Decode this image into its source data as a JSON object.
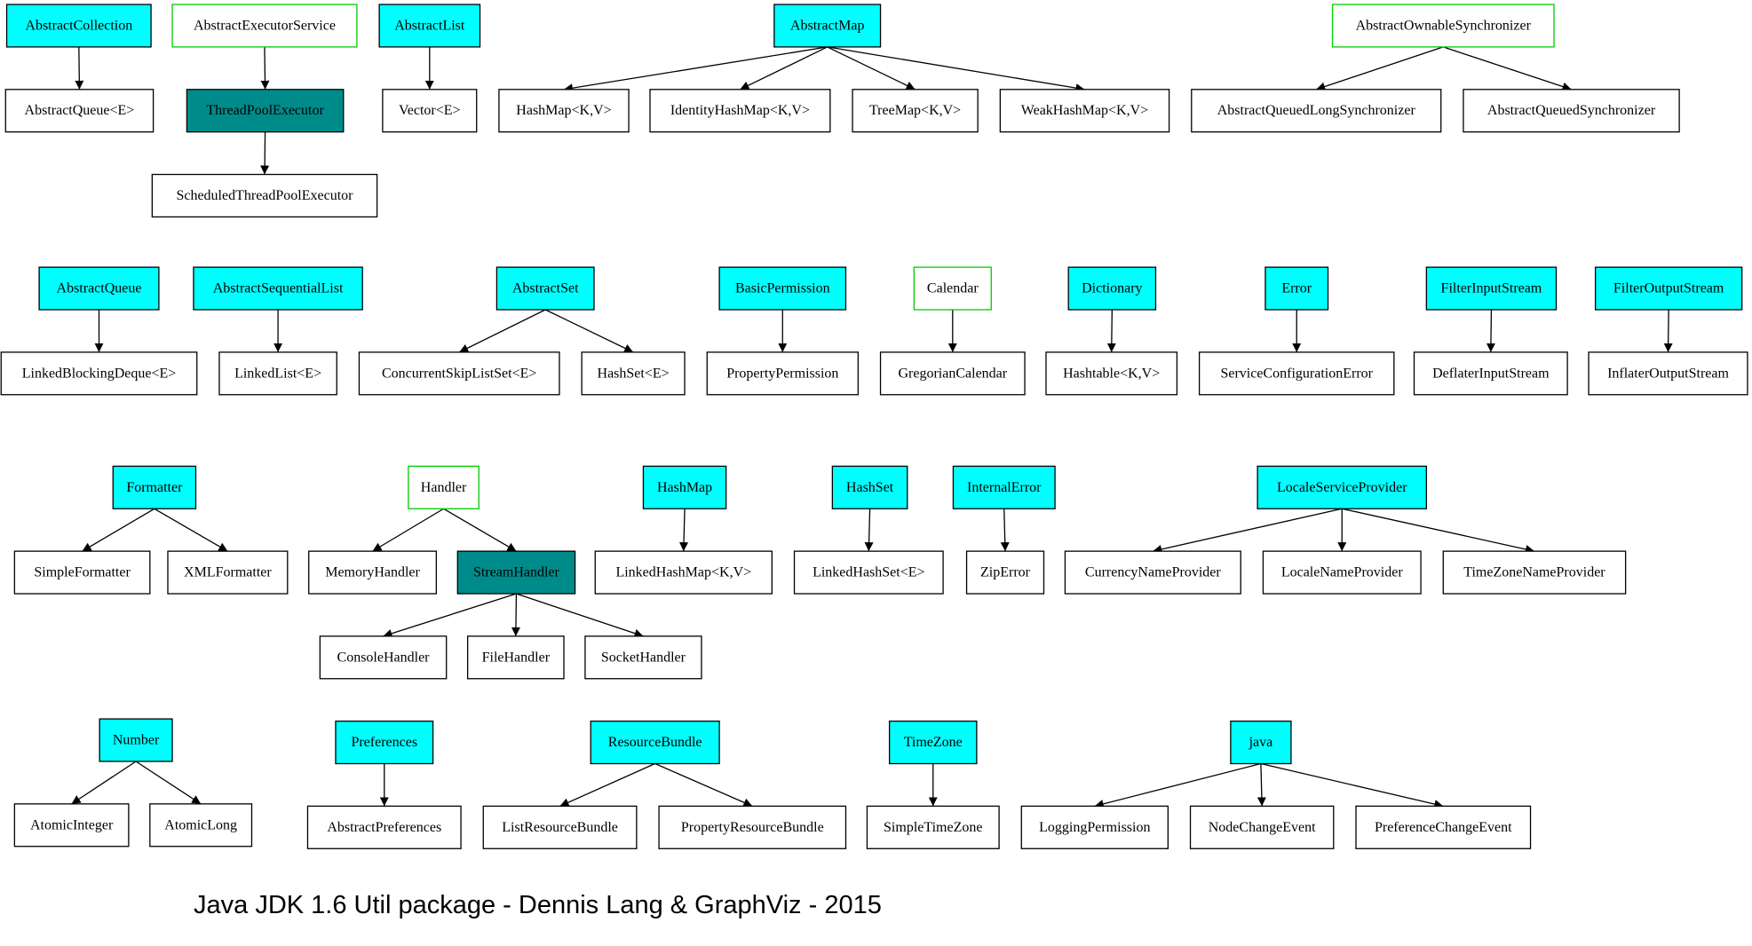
{
  "colors": {
    "cyan": "#00ffff",
    "teal": "#008b8b",
    "white": "#ffffff",
    "green_border": "#00cc00",
    "black": "#000000"
  },
  "caption": "Java JDK 1.6  Util package - Dennis Lang & GraphViz - 2015",
  "nodes": [
    {
      "id": "n1",
      "label": "AbstractCollection",
      "style": "cyan"
    },
    {
      "id": "n2",
      "label": "AbstractQueue<E>",
      "style": "white"
    },
    {
      "id": "n3",
      "label": "AbstractExecutorService",
      "style": "interface"
    },
    {
      "id": "n4",
      "label": "ThreadPoolExecutor",
      "style": "teal"
    },
    {
      "id": "n5",
      "label": "ScheduledThreadPoolExecutor",
      "style": "white"
    },
    {
      "id": "n6",
      "label": "AbstractList",
      "style": "cyan"
    },
    {
      "id": "n7",
      "label": "Vector<E>",
      "style": "white"
    },
    {
      "id": "n8",
      "label": "AbstractMap",
      "style": "cyan"
    },
    {
      "id": "n9",
      "label": "HashMap<K,V>",
      "style": "white"
    },
    {
      "id": "n10",
      "label": "IdentityHashMap<K,V>",
      "style": "white"
    },
    {
      "id": "n11",
      "label": "TreeMap<K,V>",
      "style": "white"
    },
    {
      "id": "n12",
      "label": "WeakHashMap<K,V>",
      "style": "white"
    },
    {
      "id": "n13",
      "label": "AbstractOwnableSynchronizer",
      "style": "interface"
    },
    {
      "id": "n14",
      "label": "AbstractQueuedLongSynchronizer",
      "style": "white"
    },
    {
      "id": "n15",
      "label": "AbstractQueuedSynchronizer",
      "style": "white"
    },
    {
      "id": "n16",
      "label": "AbstractQueue",
      "style": "cyan"
    },
    {
      "id": "n17",
      "label": "LinkedBlockingDeque<E>",
      "style": "white"
    },
    {
      "id": "n18",
      "label": "AbstractSequentialList",
      "style": "cyan"
    },
    {
      "id": "n19",
      "label": "LinkedList<E>",
      "style": "white"
    },
    {
      "id": "n20",
      "label": "AbstractSet",
      "style": "cyan"
    },
    {
      "id": "n21",
      "label": "ConcurrentSkipListSet<E>",
      "style": "white"
    },
    {
      "id": "n22",
      "label": "HashSet<E>",
      "style": "white"
    },
    {
      "id": "n23",
      "label": "BasicPermission",
      "style": "cyan"
    },
    {
      "id": "n24",
      "label": "PropertyPermission",
      "style": "white"
    },
    {
      "id": "n25",
      "label": "Calendar",
      "style": "interface"
    },
    {
      "id": "n26",
      "label": "GregorianCalendar",
      "style": "white"
    },
    {
      "id": "n27",
      "label": "Dictionary",
      "style": "cyan"
    },
    {
      "id": "n28",
      "label": "Hashtable<K,V>",
      "style": "white"
    },
    {
      "id": "n29",
      "label": "Error",
      "style": "cyan"
    },
    {
      "id": "n30",
      "label": "ServiceConfigurationError",
      "style": "white"
    },
    {
      "id": "n31",
      "label": "FilterInputStream",
      "style": "cyan"
    },
    {
      "id": "n32",
      "label": "DeflaterInputStream",
      "style": "white"
    },
    {
      "id": "n33",
      "label": "FilterOutputStream",
      "style": "cyan"
    },
    {
      "id": "n34",
      "label": "InflaterOutputStream",
      "style": "white"
    },
    {
      "id": "n35",
      "label": "Formatter",
      "style": "cyan"
    },
    {
      "id": "n36",
      "label": "SimpleFormatter",
      "style": "white"
    },
    {
      "id": "n37",
      "label": "XMLFormatter",
      "style": "white"
    },
    {
      "id": "n38",
      "label": "Handler",
      "style": "interface"
    },
    {
      "id": "n39",
      "label": "MemoryHandler",
      "style": "white"
    },
    {
      "id": "n40",
      "label": "StreamHandler",
      "style": "teal"
    },
    {
      "id": "n41",
      "label": "ConsoleHandler",
      "style": "white"
    },
    {
      "id": "n42",
      "label": "FileHandler",
      "style": "white"
    },
    {
      "id": "n43",
      "label": "SocketHandler",
      "style": "white"
    },
    {
      "id": "n44",
      "label": "HashMap",
      "style": "cyan"
    },
    {
      "id": "n45",
      "label": "LinkedHashMap<K,V>",
      "style": "white"
    },
    {
      "id": "n46",
      "label": "HashSet",
      "style": "cyan"
    },
    {
      "id": "n47",
      "label": "LinkedHashSet<E>",
      "style": "white"
    },
    {
      "id": "n48",
      "label": "InternalError",
      "style": "cyan"
    },
    {
      "id": "n49",
      "label": "ZipError",
      "style": "white"
    },
    {
      "id": "n50",
      "label": "LocaleServiceProvider",
      "style": "cyan"
    },
    {
      "id": "n51",
      "label": "CurrencyNameProvider",
      "style": "white"
    },
    {
      "id": "n52",
      "label": "LocaleNameProvider",
      "style": "white"
    },
    {
      "id": "n53",
      "label": "TimeZoneNameProvider",
      "style": "white"
    },
    {
      "id": "n54",
      "label": "Number",
      "style": "cyan"
    },
    {
      "id": "n55",
      "label": "AtomicInteger",
      "style": "white"
    },
    {
      "id": "n56",
      "label": "AtomicLong",
      "style": "white"
    },
    {
      "id": "n57",
      "label": "Preferences",
      "style": "cyan"
    },
    {
      "id": "n58",
      "label": "AbstractPreferences",
      "style": "white"
    },
    {
      "id": "n59",
      "label": "ResourceBundle",
      "style": "cyan"
    },
    {
      "id": "n60",
      "label": "ListResourceBundle",
      "style": "white"
    },
    {
      "id": "n61",
      "label": "PropertyResourceBundle",
      "style": "white"
    },
    {
      "id": "n62",
      "label": "TimeZone",
      "style": "cyan"
    },
    {
      "id": "n63",
      "label": "SimpleTimeZone",
      "style": "white"
    },
    {
      "id": "n64",
      "label": "java",
      "style": "cyan"
    },
    {
      "id": "n65",
      "label": "LoggingPermission",
      "style": "white"
    },
    {
      "id": "n66",
      "label": "NodeChangeEvent",
      "style": "white"
    },
    {
      "id": "n67",
      "label": "PreferenceChangeEvent",
      "style": "white"
    }
  ],
  "edges": [
    [
      "n1",
      "n2"
    ],
    [
      "n3",
      "n4"
    ],
    [
      "n4",
      "n5"
    ],
    [
      "n6",
      "n7"
    ],
    [
      "n8",
      "n9"
    ],
    [
      "n8",
      "n10"
    ],
    [
      "n8",
      "n11"
    ],
    [
      "n8",
      "n12"
    ],
    [
      "n13",
      "n14"
    ],
    [
      "n13",
      "n15"
    ],
    [
      "n16",
      "n17"
    ],
    [
      "n18",
      "n19"
    ],
    [
      "n20",
      "n21"
    ],
    [
      "n20",
      "n22"
    ],
    [
      "n23",
      "n24"
    ],
    [
      "n25",
      "n26"
    ],
    [
      "n27",
      "n28"
    ],
    [
      "n29",
      "n30"
    ],
    [
      "n31",
      "n32"
    ],
    [
      "n33",
      "n34"
    ],
    [
      "n35",
      "n36"
    ],
    [
      "n35",
      "n37"
    ],
    [
      "n38",
      "n39"
    ],
    [
      "n38",
      "n40"
    ],
    [
      "n40",
      "n41"
    ],
    [
      "n40",
      "n42"
    ],
    [
      "n40",
      "n43"
    ],
    [
      "n44",
      "n45"
    ],
    [
      "n46",
      "n47"
    ],
    [
      "n48",
      "n49"
    ],
    [
      "n50",
      "n51"
    ],
    [
      "n50",
      "n52"
    ],
    [
      "n50",
      "n53"
    ],
    [
      "n54",
      "n55"
    ],
    [
      "n54",
      "n56"
    ],
    [
      "n57",
      "n58"
    ],
    [
      "n59",
      "n60"
    ],
    [
      "n59",
      "n61"
    ],
    [
      "n62",
      "n63"
    ],
    [
      "n64",
      "n65"
    ],
    [
      "n64",
      "n66"
    ],
    [
      "n64",
      "n67"
    ]
  ]
}
